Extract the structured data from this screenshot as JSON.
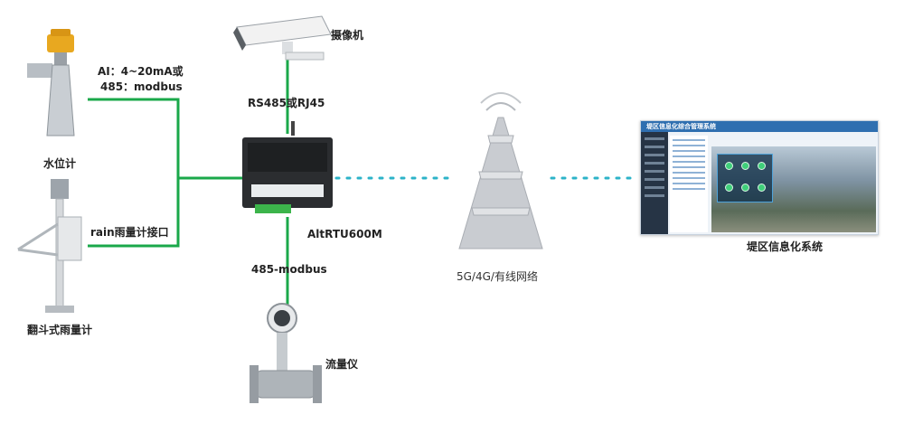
{
  "labels": {
    "camera": "摄像机",
    "water_level": "水位计",
    "ai_line1": "AI：4~20mA或",
    "ai_line2": "485：modbus",
    "rs485_rj45": "RS485或RJ45",
    "rain_interface": "rain雨量计接口",
    "rtu": "AltRTU600M",
    "modbus": "485-modbus",
    "network": "5G/4G/有线网络",
    "system": "堤区信息化系统",
    "tipping_rain": "翻斗式雨量计",
    "flowmeter": "流量仪"
  },
  "screen": {
    "title": "堤区信息化综合管理系统"
  },
  "colors": {
    "wire": "#1aa84a",
    "wireless": "#2cb3c8",
    "tower": "#c9ccd1"
  }
}
